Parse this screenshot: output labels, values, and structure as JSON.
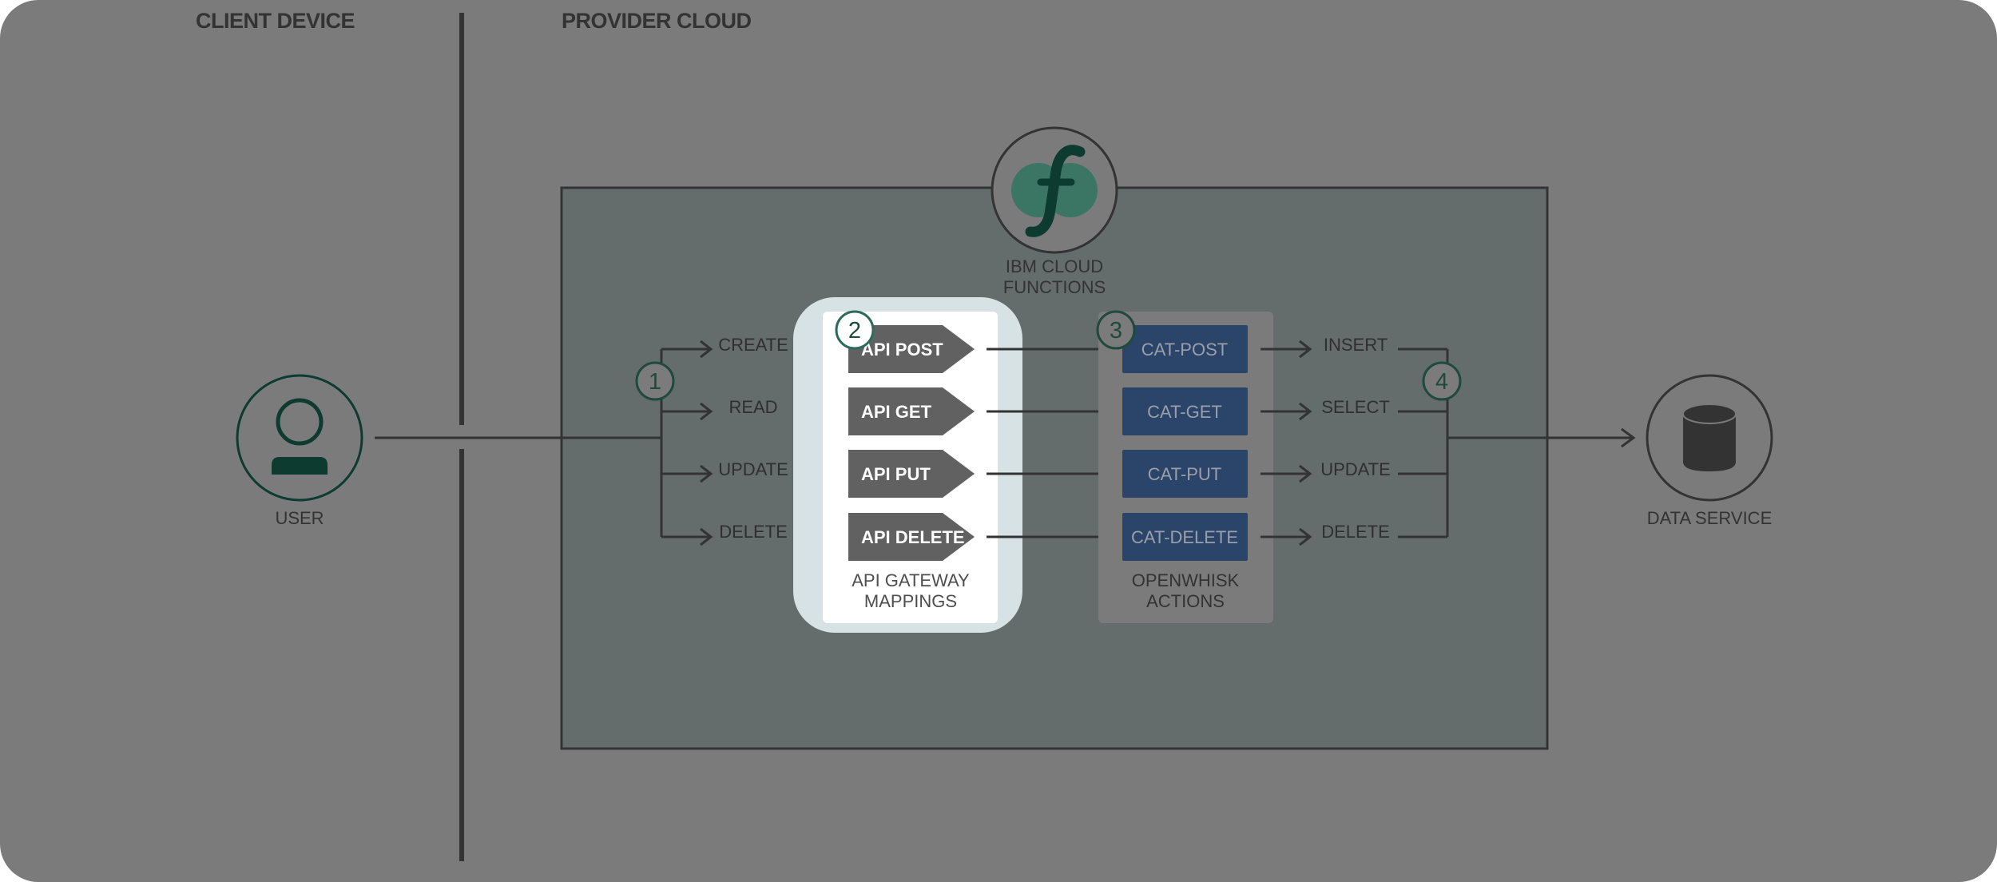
{
  "sections": {
    "client_device": "CLIENT DEVICE",
    "provider_cloud": "PROVIDER CLOUD"
  },
  "nodes": {
    "user": "USER",
    "data_service": "DATA SERVICE",
    "functions_line1": "IBM CLOUD",
    "functions_line2": "FUNCTIONS"
  },
  "client_verbs": [
    "CREATE",
    "READ",
    "UPDATE",
    "DELETE"
  ],
  "api_gateway": {
    "caption_line1": "API GATEWAY",
    "caption_line2": "MAPPINGS",
    "items": [
      "API POST",
      "API GET",
      "API PUT",
      "API DELETE"
    ]
  },
  "openwhisk": {
    "caption_line1": "OPENWHISK",
    "caption_line2": "ACTIONS",
    "items": [
      "CAT-POST",
      "CAT-GET",
      "CAT-PUT",
      "CAT-DELETE"
    ]
  },
  "db_ops": [
    "INSERT",
    "SELECT",
    "UPDATE",
    "DELETE"
  ],
  "steps": [
    "1",
    "2",
    "3",
    "4"
  ],
  "colors": {
    "background": "#7b7b7b",
    "cloud_box": "#646d6b",
    "gateway_halo": "#d6e2e3",
    "api_arrow": "#616161",
    "action_box": "#2b4469",
    "brand_green": "#2d6a5a",
    "dark_green": "#0d3b30"
  },
  "icons": [
    "user-icon",
    "database-icon",
    "functions-logo-icon"
  ]
}
